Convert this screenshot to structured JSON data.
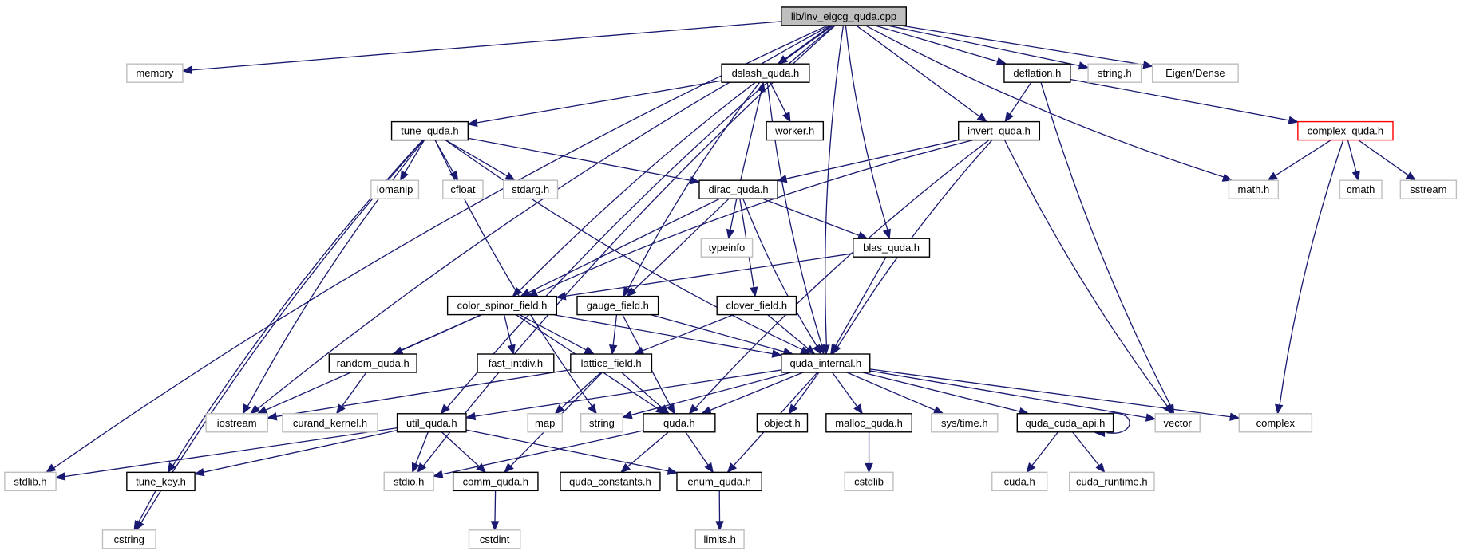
{
  "title": "lib/inv_eigcg_quda.cpp include dependency graph",
  "colors": {
    "edge": "#191970",
    "root_fill": "#bfbfbf",
    "documented_border": "#000000",
    "external_border": "#bfbfbf",
    "highlight_border": "#ff0000"
  },
  "nodes": [
    {
      "id": "root",
      "label": "lib/inv_eigcg_quda.cpp",
      "kind": "root"
    },
    {
      "id": "memory",
      "label": "memory",
      "kind": "ext"
    },
    {
      "id": "dslash",
      "label": "dslash_quda.h",
      "kind": "doc"
    },
    {
      "id": "deflation",
      "label": "deflation.h",
      "kind": "doc"
    },
    {
      "id": "string_h",
      "label": "string.h",
      "kind": "ext"
    },
    {
      "id": "eigen",
      "label": "Eigen/Dense",
      "kind": "ext"
    },
    {
      "id": "tune",
      "label": "tune_quda.h",
      "kind": "doc"
    },
    {
      "id": "worker",
      "label": "worker.h",
      "kind": "doc"
    },
    {
      "id": "invert",
      "label": "invert_quda.h",
      "kind": "doc"
    },
    {
      "id": "complexq",
      "label": "complex_quda.h",
      "kind": "red"
    },
    {
      "id": "iomanip",
      "label": "iomanip",
      "kind": "ext"
    },
    {
      "id": "cfloat",
      "label": "cfloat",
      "kind": "ext"
    },
    {
      "id": "stdarg",
      "label": "stdarg.h",
      "kind": "ext"
    },
    {
      "id": "dirac",
      "label": "dirac_quda.h",
      "kind": "doc"
    },
    {
      "id": "math",
      "label": "math.h",
      "kind": "ext"
    },
    {
      "id": "cmath",
      "label": "cmath",
      "kind": "ext"
    },
    {
      "id": "sstream",
      "label": "sstream",
      "kind": "ext"
    },
    {
      "id": "typeinfo",
      "label": "typeinfo",
      "kind": "ext"
    },
    {
      "id": "blas",
      "label": "blas_quda.h",
      "kind": "doc"
    },
    {
      "id": "csf",
      "label": "color_spinor_field.h",
      "kind": "doc"
    },
    {
      "id": "gauge",
      "label": "gauge_field.h",
      "kind": "doc"
    },
    {
      "id": "clover",
      "label": "clover_field.h",
      "kind": "doc"
    },
    {
      "id": "random",
      "label": "random_quda.h",
      "kind": "doc"
    },
    {
      "id": "fastint",
      "label": "fast_intdiv.h",
      "kind": "doc"
    },
    {
      "id": "lattice",
      "label": "lattice_field.h",
      "kind": "doc"
    },
    {
      "id": "internal",
      "label": "quda_internal.h",
      "kind": "doc"
    },
    {
      "id": "iostream",
      "label": "iostream",
      "kind": "ext"
    },
    {
      "id": "curand",
      "label": "curand_kernel.h",
      "kind": "ext"
    },
    {
      "id": "util",
      "label": "util_quda.h",
      "kind": "doc"
    },
    {
      "id": "map",
      "label": "map",
      "kind": "ext"
    },
    {
      "id": "string",
      "label": "string",
      "kind": "ext"
    },
    {
      "id": "quda",
      "label": "quda.h",
      "kind": "doc"
    },
    {
      "id": "object",
      "label": "object.h",
      "kind": "doc"
    },
    {
      "id": "malloc",
      "label": "malloc_quda.h",
      "kind": "doc"
    },
    {
      "id": "systime",
      "label": "sys/time.h",
      "kind": "ext"
    },
    {
      "id": "cudaapi",
      "label": "quda_cuda_api.h",
      "kind": "doc"
    },
    {
      "id": "vector",
      "label": "vector",
      "kind": "ext"
    },
    {
      "id": "complex",
      "label": "complex",
      "kind": "ext"
    },
    {
      "id": "stdlib",
      "label": "stdlib.h",
      "kind": "ext"
    },
    {
      "id": "tunekey",
      "label": "tune_key.h",
      "kind": "doc"
    },
    {
      "id": "stdio",
      "label": "stdio.h",
      "kind": "ext"
    },
    {
      "id": "comm",
      "label": "comm_quda.h",
      "kind": "doc"
    },
    {
      "id": "constants",
      "label": "quda_constants.h",
      "kind": "doc"
    },
    {
      "id": "enum",
      "label": "enum_quda.h",
      "kind": "doc"
    },
    {
      "id": "cstdlib",
      "label": "cstdlib",
      "kind": "ext"
    },
    {
      "id": "cuda",
      "label": "cuda.h",
      "kind": "ext"
    },
    {
      "id": "cudart",
      "label": "cuda_runtime.h",
      "kind": "ext"
    },
    {
      "id": "cstring",
      "label": "cstring",
      "kind": "ext"
    },
    {
      "id": "cstdint",
      "label": "cstdint",
      "kind": "ext"
    },
    {
      "id": "limits",
      "label": "limits.h",
      "kind": "ext"
    }
  ],
  "edges": [
    [
      "root",
      "memory"
    ],
    [
      "root",
      "dslash"
    ],
    [
      "root",
      "deflation"
    ],
    [
      "root",
      "string_h"
    ],
    [
      "root",
      "eigen"
    ],
    [
      "root",
      "math"
    ],
    [
      "root",
      "invert"
    ],
    [
      "root",
      "blas"
    ],
    [
      "root",
      "csf"
    ],
    [
      "root",
      "internal"
    ],
    [
      "root",
      "iostream"
    ],
    [
      "root",
      "util"
    ],
    [
      "root",
      "stdio"
    ],
    [
      "root",
      "stdlib"
    ],
    [
      "dslash",
      "tune"
    ],
    [
      "dslash",
      "worker"
    ],
    [
      "dslash",
      "gauge"
    ],
    [
      "dslash",
      "internal"
    ],
    [
      "deflation",
      "invert"
    ],
    [
      "deflation",
      "complexq"
    ],
    [
      "deflation",
      "vector"
    ],
    [
      "tune",
      "iomanip"
    ],
    [
      "tune",
      "cfloat"
    ],
    [
      "tune",
      "stdarg"
    ],
    [
      "tune",
      "dirac"
    ],
    [
      "tune",
      "internal"
    ],
    [
      "tune",
      "iostream"
    ],
    [
      "tune",
      "tunekey"
    ],
    [
      "tune",
      "cstring"
    ],
    [
      "tune",
      "string"
    ],
    [
      "invert",
      "dirac"
    ],
    [
      "invert",
      "csf"
    ],
    [
      "invert",
      "internal"
    ],
    [
      "invert",
      "quda"
    ],
    [
      "invert",
      "vector"
    ],
    [
      "complexq",
      "math"
    ],
    [
      "complexq",
      "cmath"
    ],
    [
      "complexq",
      "sstream"
    ],
    [
      "complexq",
      "complex"
    ],
    [
      "dirac",
      "dslash"
    ],
    [
      "dirac",
      "typeinfo"
    ],
    [
      "dirac",
      "blas"
    ],
    [
      "dirac",
      "csf"
    ],
    [
      "dirac",
      "gauge"
    ],
    [
      "dirac",
      "clover"
    ],
    [
      "dirac",
      "internal"
    ],
    [
      "blas",
      "csf"
    ],
    [
      "blas",
      "internal"
    ],
    [
      "csf",
      "random"
    ],
    [
      "csf",
      "fastint"
    ],
    [
      "csf",
      "lattice"
    ],
    [
      "csf",
      "internal"
    ],
    [
      "csf",
      "iostream"
    ],
    [
      "csf",
      "quda"
    ],
    [
      "gauge",
      "lattice"
    ],
    [
      "gauge",
      "internal"
    ],
    [
      "gauge",
      "quda"
    ],
    [
      "clover",
      "lattice"
    ],
    [
      "clover",
      "internal"
    ],
    [
      "random",
      "curand"
    ],
    [
      "lattice",
      "iostream"
    ],
    [
      "lattice",
      "map"
    ],
    [
      "lattice",
      "quda"
    ],
    [
      "lattice",
      "comm"
    ],
    [
      "internal",
      "util"
    ],
    [
      "internal",
      "string"
    ],
    [
      "internal",
      "quda"
    ],
    [
      "internal",
      "object"
    ],
    [
      "internal",
      "malloc"
    ],
    [
      "internal",
      "systime"
    ],
    [
      "internal",
      "cudaapi"
    ],
    [
      "internal",
      "vector"
    ],
    [
      "internal",
      "complex"
    ],
    [
      "internal",
      "enum"
    ],
    [
      "util",
      "stdio"
    ],
    [
      "util",
      "comm"
    ],
    [
      "util",
      "enum"
    ],
    [
      "util",
      "stdlib"
    ],
    [
      "util",
      "tunekey"
    ],
    [
      "quda",
      "stdio"
    ],
    [
      "quda",
      "constants"
    ],
    [
      "quda",
      "enum"
    ],
    [
      "malloc",
      "cstdlib"
    ],
    [
      "cudaapi",
      "cudaapi"
    ],
    [
      "cudaapi",
      "cuda"
    ],
    [
      "cudaapi",
      "cudart"
    ],
    [
      "tunekey",
      "cstring"
    ],
    [
      "comm",
      "cstdint"
    ],
    [
      "enum",
      "limits"
    ]
  ]
}
